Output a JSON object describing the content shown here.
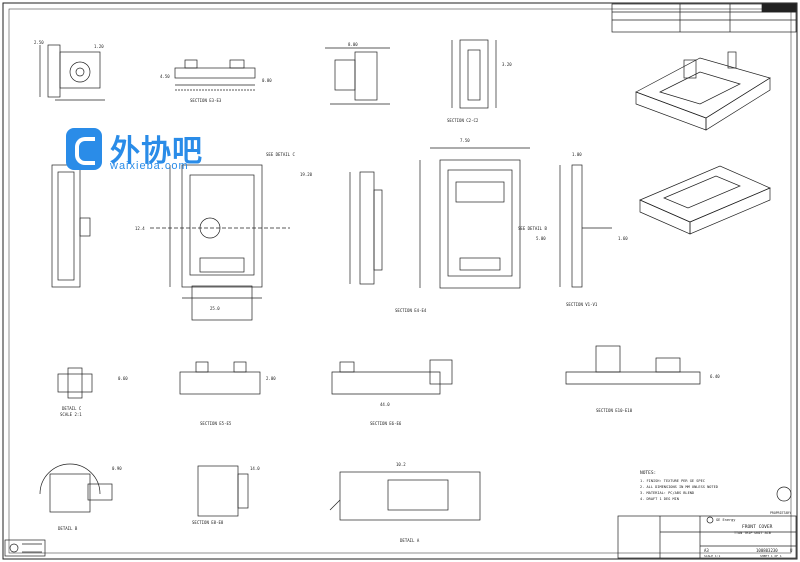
{
  "title_block": {
    "part_title": "FRONT COVER",
    "part_subtitle": "TTAN TRIP UNIT ACB",
    "company": "GE Energy",
    "sheet_size": "A3",
    "drawing_number": "100803230",
    "revision": "U",
    "status": "PROPRIETARY",
    "sheet_label": "SHEET 1 OF 1",
    "scale_label": "SCALE 1:1"
  },
  "logo": {
    "cn_text": "外协吧",
    "url_text": "waixieba.com"
  },
  "views": {
    "section_e3": "SECTION E3-E3",
    "section_c2": "SECTION C2-C2",
    "section_e4": "SECTION E4-E4",
    "section_v1": "SECTION V1-V1",
    "detail_c": "DETAIL C",
    "section_e5": "SECTION E5-E5",
    "section_e6": "SECTION E6-E6",
    "section_e10": "SECTION E10-E10",
    "detail_b": "DETAIL B",
    "section_e8": "SECTION E8-E8",
    "detail_a": "DETAIL A",
    "scale_note": "SCALE 2:1",
    "detail_callout_c": "SEE DETAIL C",
    "detail_callout_b": "SEE DETAIL B"
  },
  "notes": {
    "heading": "NOTES:",
    "lines": [
      "1. FINISH: TEXTURE PER GE SPEC",
      "2. ALL DIMENSIONS IN MM UNLESS NOTED",
      "3. MATERIAL: PC/ABS BLEND",
      "4. DRAFT 1 DEG MIN"
    ]
  },
  "dims": [
    "2.50",
    "1.20",
    "8.00",
    "4.50",
    "0.80",
    "12.4",
    "19.20",
    "5.00",
    "1.60",
    "3.20",
    "0.60",
    "25.0",
    "44.0",
    "2.00",
    "6.40",
    "0.90",
    "14.0",
    "10.2",
    "7.50",
    "1.00"
  ]
}
